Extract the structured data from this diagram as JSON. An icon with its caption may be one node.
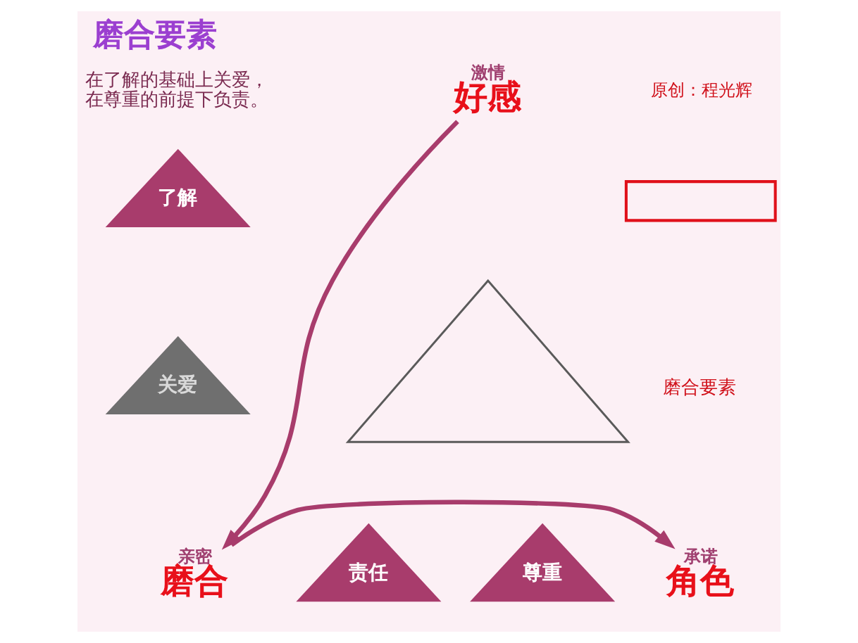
{
  "diagram": {
    "title": "磨合要素",
    "nodes": [
      {
        "text": [
          "激情",
          "好感"
        ]
      },
      {
        "text": [],
        "shape": "box"
      },
      {
        "text": [
          "了解"
        ]
      },
      {
        "text": [],
        "shape": "triangle"
      },
      {
        "text": [
          "关爱"
        ]
      },
      {
        "text": [
          "亲密",
          "磨合"
        ]
      },
      {
        "text": [
          "责任"
        ]
      },
      {
        "text": [
          "尊重"
        ]
      },
      {
        "text": [
          "承诺",
          "角色"
        ]
      }
    ],
    "edges": [
      {
        "from": 0,
        "to": 5,
        "arrow": "to"
      },
      {
        "from": 5,
        "to": 8,
        "arrow": "to"
      }
    ],
    "labels": [
      "在了解的基础上关爱，在尊重的前提下负责。",
      "原创：程光辉",
      "磨合要素"
    ]
  }
}
